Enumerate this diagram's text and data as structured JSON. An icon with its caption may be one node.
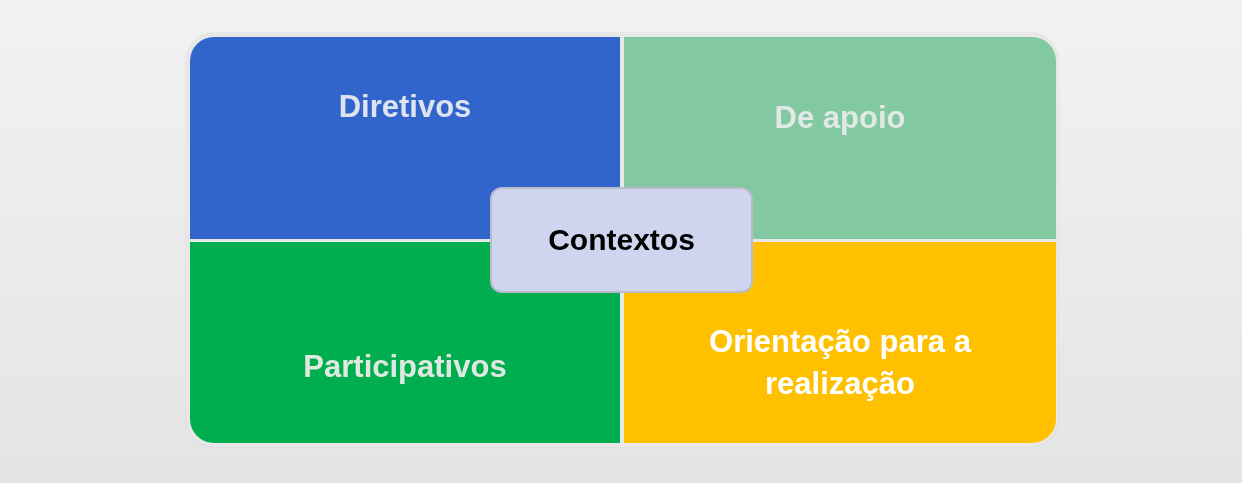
{
  "diagram": {
    "nodes": [
      {
        "text": [
          "Diretivos"
        ]
      },
      {
        "text": [
          "De apoio"
        ]
      },
      {
        "text": [
          "Contextos"
        ]
      },
      {
        "text": [
          "Participativos"
        ]
      },
      {
        "text": [
          "Orientação para a realização"
        ]
      }
    ]
  }
}
